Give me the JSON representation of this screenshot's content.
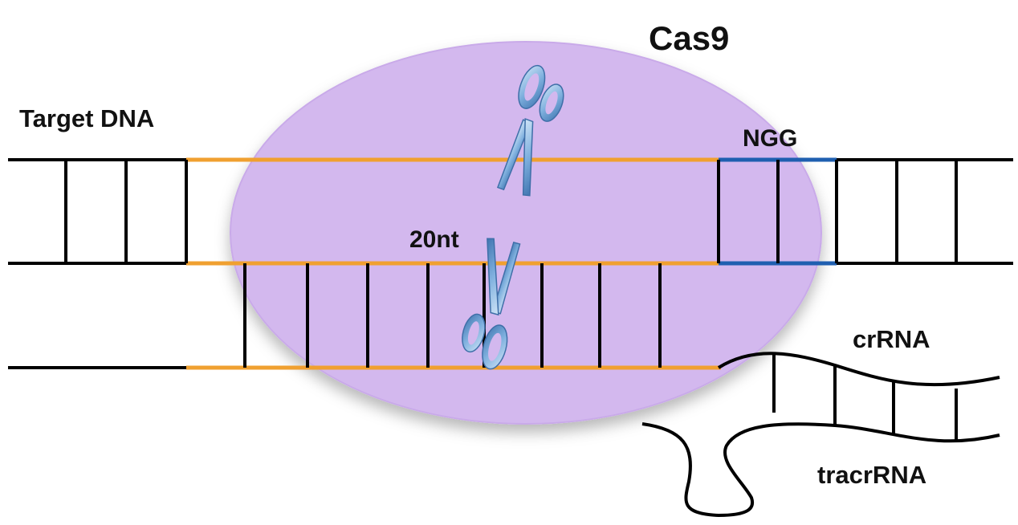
{
  "labels": {
    "cas9": "Cas9",
    "target_dna": "Target DNA",
    "ngg": "NGG",
    "nt20": "20nt",
    "crrna": "crRNA",
    "tracrrna": "tracrRNA"
  },
  "colors": {
    "cas9_fill": "#d3b8ee",
    "cas9_edge": "#c7a6e6",
    "guide_strand": "#f0a030",
    "pam_strand": "#1f5fb0",
    "dna_strand": "#000000",
    "scissors": "#6fa4d8"
  },
  "icons": [
    "scissors-icon-top",
    "scissors-icon-bottom"
  ]
}
